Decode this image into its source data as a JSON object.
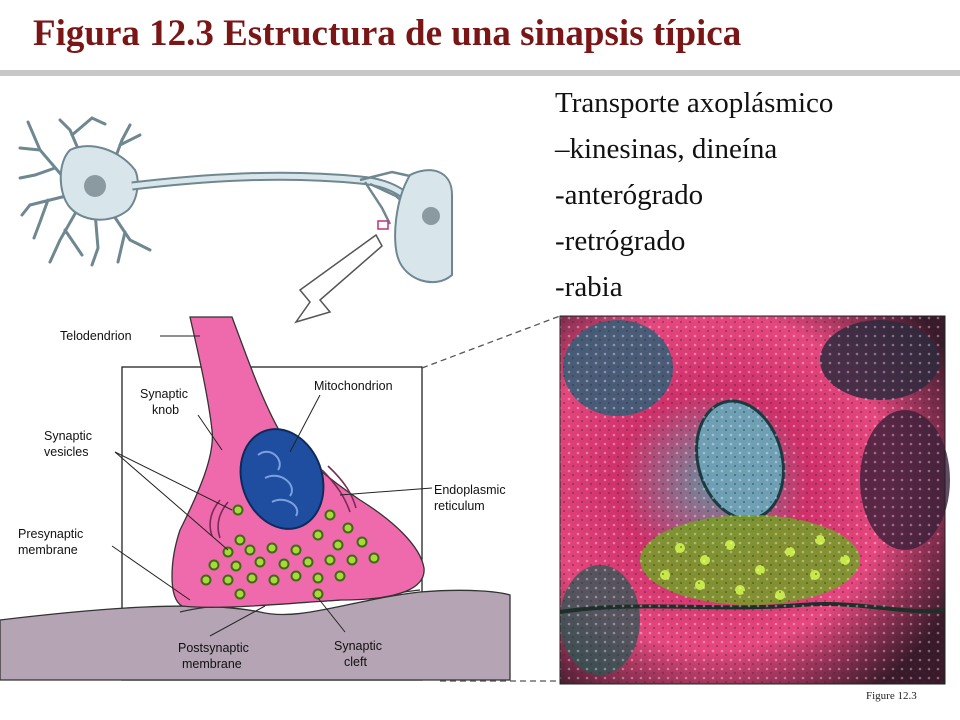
{
  "slide": {
    "title": "Figura 12.3  Estructura de una sinapsis típica",
    "credit": "Figure 12.3"
  },
  "notes": [
    "Transporte axoplásmico",
    "–kinesinas, dineína",
    "-anterógrado",
    "-retrógrado",
    "-rabia"
  ],
  "diagram_labels": {
    "telodendrion": "Telodendrion",
    "synaptic_knob": [
      "Synaptic",
      "knob"
    ],
    "mitochondrion": "Mitochondrion",
    "synaptic_vesicles": [
      "Synaptic",
      "vesicles"
    ],
    "endoplasmic_reticulum": [
      "Endoplasmic",
      "reticulum"
    ],
    "presynaptic_membrane": [
      "Presynaptic",
      "membrane"
    ],
    "postsynaptic_membrane": [
      "Postsynaptic",
      "membrane"
    ],
    "synaptic_cleft": [
      "Synaptic",
      "cleft"
    ]
  },
  "colors": {
    "title": "#7a1616",
    "presynaptic_terminal": "#ee6aac",
    "mitochondrion": "#1f4ea0",
    "vesicle": "#a8d83a",
    "postsynaptic_cell": "#b4a4b4",
    "neuron": "#d8e6ec"
  }
}
